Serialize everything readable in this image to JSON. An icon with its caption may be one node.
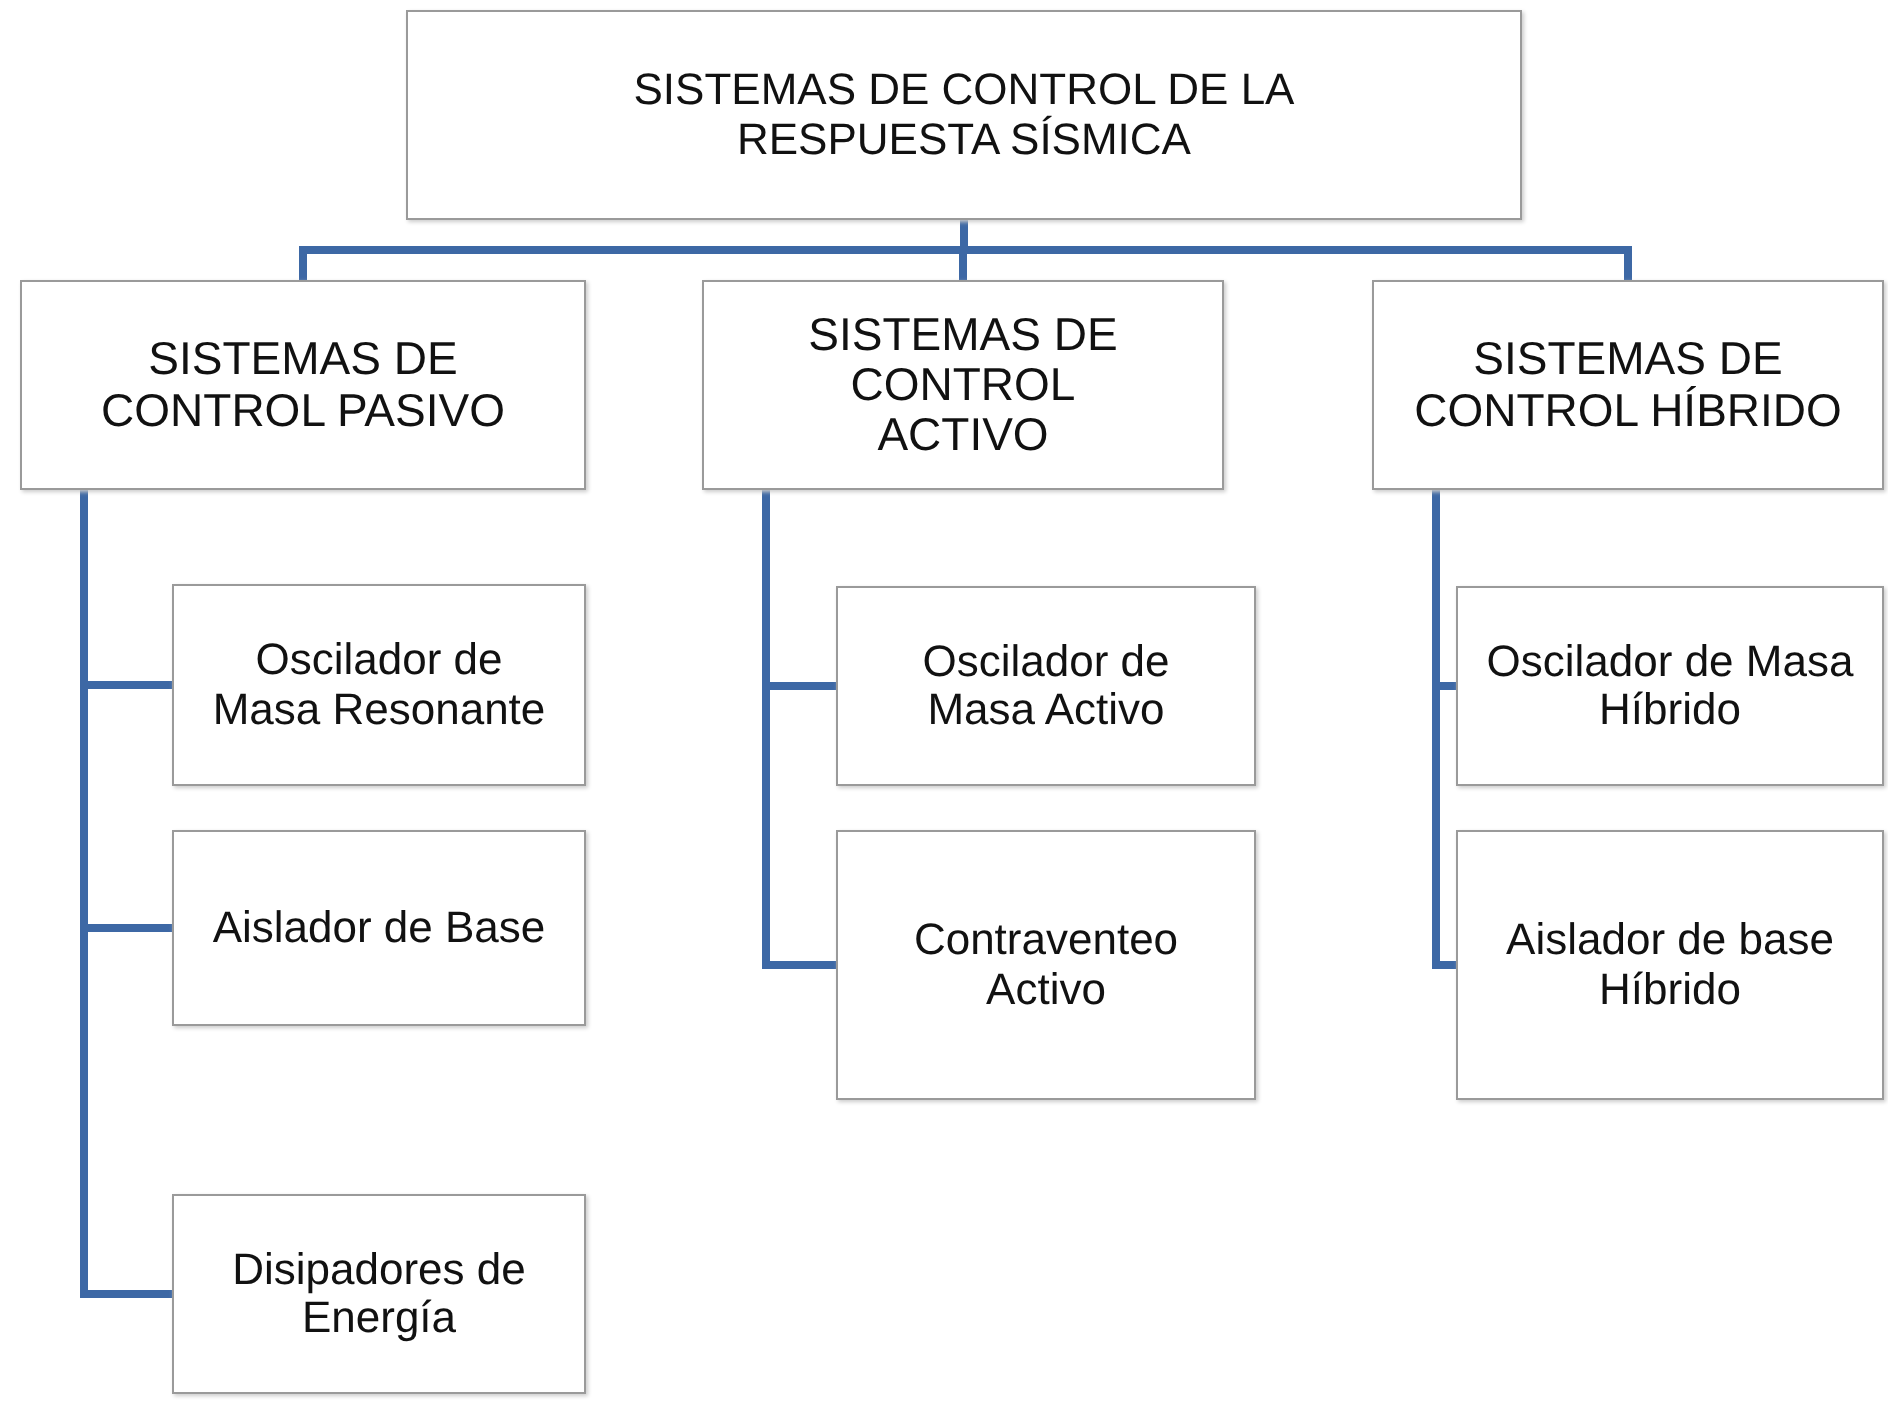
{
  "diagram": {
    "nodes": [
      {
        "text": [
          "SISTEMAS DE CONTROL DE LA RESPUESTA SÍSMICA"
        ]
      },
      {
        "text": [
          "SISTEMAS DE CONTROL PASIVO"
        ]
      },
      {
        "text": [
          "SISTEMAS DE CONTROL ACTIVO"
        ]
      },
      {
        "text": [
          "SISTEMAS DE CONTROL HÍBRIDO"
        ]
      },
      {
        "text": [
          "Oscilador de Masa Resonante"
        ]
      },
      {
        "text": [
          "Aislador de Base"
        ]
      },
      {
        "text": [
          "Disipadores de Energía"
        ]
      },
      {
        "text": [
          "Oscilador de Masa Activo"
        ]
      },
      {
        "text": [
          "Contraventeo Activo"
        ]
      },
      {
        "text": [
          "Oscilador de Masa Híbrido"
        ]
      },
      {
        "text": [
          "Aislador de base Híbrido"
        ]
      }
    ],
    "edges": [
      {
        "from": 0,
        "to": 1,
        "arrow": "none"
      },
      {
        "from": 0,
        "to": 2,
        "arrow": "none"
      },
      {
        "from": 0,
        "to": 3,
        "arrow": "none"
      },
      {
        "from": 1,
        "to": 4,
        "arrow": "none"
      },
      {
        "from": 1,
        "to": 5,
        "arrow": "none"
      },
      {
        "from": 1,
        "to": 6,
        "arrow": "none"
      },
      {
        "from": 2,
        "to": 7,
        "arrow": "none"
      },
      {
        "from": 2,
        "to": 8,
        "arrow": "none"
      },
      {
        "from": 3,
        "to": 9,
        "arrow": "none"
      },
      {
        "from": 3,
        "to": 10,
        "arrow": "none"
      }
    ]
  }
}
